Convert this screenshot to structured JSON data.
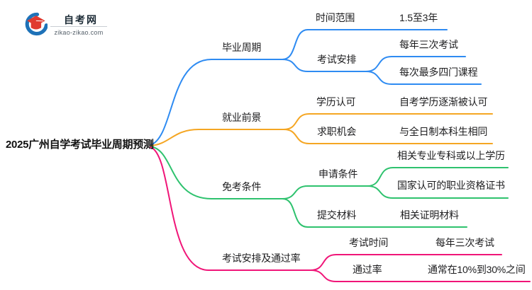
{
  "logo": {
    "site_name": "自考网",
    "site_url": "zikao-zikao.com",
    "icon": "graduation-cap-icon",
    "cap_color": "#e03a30",
    "crescent_color": "#1e72b8"
  },
  "mindmap": {
    "root": "2025广州自学考试毕业周期预测",
    "branches": [
      {
        "label": "毕业周期",
        "color": "#2e8bf2",
        "children": [
          {
            "label": "时间范围",
            "leaves": [
              "1.5至3年"
            ]
          },
          {
            "label": "考试安排",
            "leaves": [
              "每年三次考试",
              "每次最多四门课程"
            ]
          }
        ]
      },
      {
        "label": "就业前景",
        "color": "#f5a623",
        "children": [
          {
            "label": "学历认可",
            "leaves": [
              "自考学历逐渐被认可"
            ]
          },
          {
            "label": "求职机会",
            "leaves": [
              "与全日制本科生相同"
            ]
          }
        ]
      },
      {
        "label": "免考条件",
        "color": "#2ec26e",
        "children": [
          {
            "label": "申请条件",
            "leaves": [
              "相关专业专科或以上学历",
              "国家认可的职业资格证书"
            ]
          },
          {
            "label": "提交材料",
            "leaves": [
              "相关证明材料"
            ]
          }
        ]
      },
      {
        "label": "考试安排及通过率",
        "color": "#f01578",
        "children": [
          {
            "label": "考试时间",
            "leaves": [
              "每年三次考试"
            ]
          },
          {
            "label": "通过率",
            "leaves": [
              "通常在10%到30%之间"
            ]
          }
        ]
      }
    ]
  }
}
